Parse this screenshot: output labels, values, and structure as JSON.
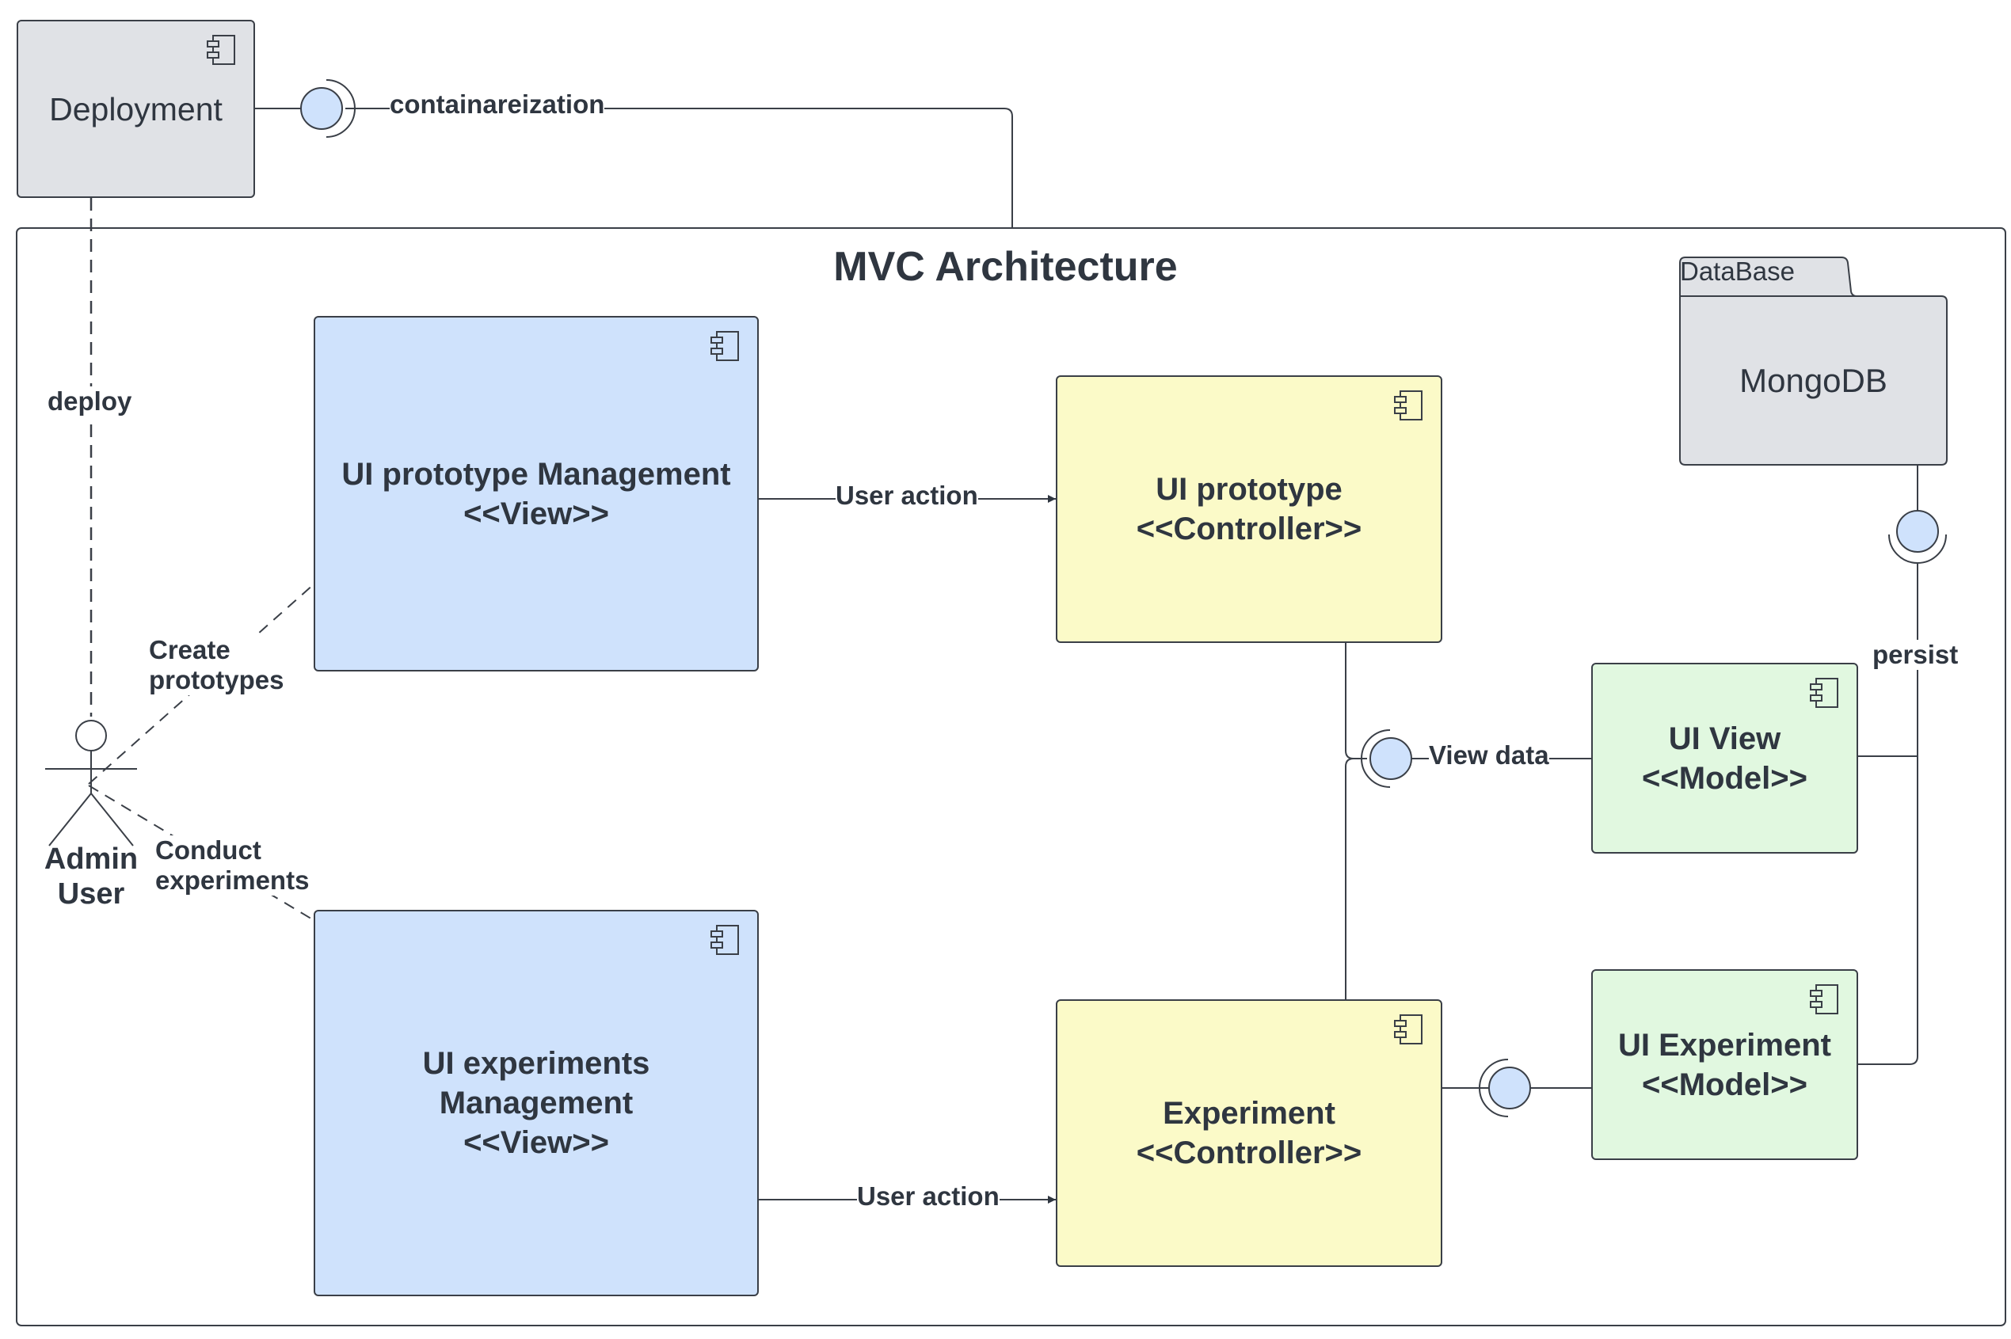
{
  "diagram": {
    "title": "MVC Architecture",
    "nodes": {
      "deployment": "Deployment",
      "database_tab": "DataBase",
      "database_name": "MongoDB",
      "ui_prototype_management": "UI prototype Management\n<<View>>",
      "ui_experiments_management": "UI experiments\nManagement\n<<View>>",
      "ui_prototype_controller": "UI prototype\n<<Controller>>",
      "experiment_controller": "Experiment\n<<Controller>>",
      "ui_view_model": "UI View\n<<Model>>",
      "ui_experiment_model": "UI Experiment\n<<Model>>",
      "actor": "Admin\nUser"
    },
    "edges": {
      "containerization": "containareization",
      "deploy": "deploy",
      "create_prototypes": "Create\nprototypes",
      "conduct_experiments": "Conduct\nexperiments",
      "user_action_top": "User action",
      "user_action_bottom": "User action",
      "view_data": "View data",
      "persist": "persist"
    },
    "colors": {
      "view": "#cfe2fc",
      "controller": "#fbfac8",
      "model": "#e1f8e0",
      "neutral": "#e0e2e6",
      "interface": "#cfe2fc",
      "line": "#3a3f47"
    }
  }
}
